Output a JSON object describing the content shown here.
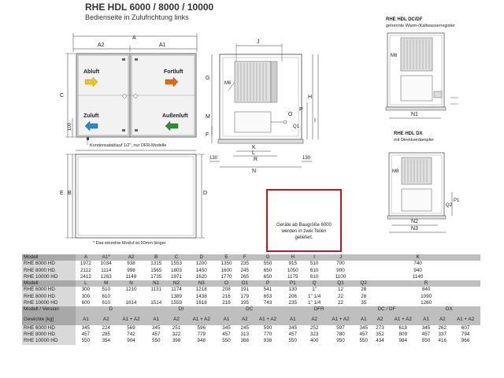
{
  "title": "RHE HDL 6000 / 8000 / 10000",
  "subtitle": "Bedienseite in Zulufrichtung links",
  "front_view": {
    "labels": {
      "A": "A",
      "A2": "A2",
      "A1": "A1",
      "C": "C",
      "E": "E",
      "B": "B",
      "D": "D",
      "dim100": "100"
    },
    "abluft": "Abluft",
    "fortluft": "Fortluft",
    "zuluft": "Zuluft",
    "aussenluft": "Außenluft",
    "condensate_note": "Kondensatablauf 1/2\", nur DFR-Modelle",
    "module_note": "* Das einzelne Modul ist 50mm länger"
  },
  "side_view": {
    "labels": {
      "J": "J",
      "G": "G",
      "M6": "M6",
      "H": "H",
      "M": "M",
      "F": "F",
      "K": "K",
      "L": "L",
      "R": "R",
      "N": "N",
      "P": "P",
      "O": "O",
      "Q1": "Q1",
      "dim130": "130"
    }
  },
  "right_panels": {
    "dc_df_title": "RHE HDL DC/DF",
    "dc_df_sub": "getrennte Warm-/Kaltwasserregister",
    "dx_title": "RHE HDL DX",
    "dx_sub": "mit Direktverdampfer",
    "labels": {
      "M8": "M8",
      "N1": "N1",
      "N2": "N2",
      "N3": "N3",
      "Q2": "Q2",
      "P1": "P1",
      "I": "I"
    }
  },
  "warning": {
    "text_lines": [
      "Geräte ab Baugröße 6000",
      "werden in zwei Teilen",
      "geliefert."
    ]
  },
  "table": {
    "block1": {
      "header": [
        "Modell",
        "A",
        "A1*",
        "A2",
        "B",
        "C",
        "D",
        "E",
        "F",
        "G",
        "H",
        "I",
        "J",
        "K"
      ],
      "rows": [
        [
          "RHE 6000 HD",
          "1972",
          "1034",
          "938",
          "1315",
          "1553",
          "1200",
          "1350",
          "235",
          "550",
          "915",
          "510",
          "700",
          "740"
        ],
        [
          "RHE 8000 HD",
          "2112",
          "1114",
          "998",
          "1565",
          "1803",
          "1450",
          "1600",
          "245",
          "650",
          "1050",
          "610",
          "900",
          "940"
        ],
        [
          "RHE 10000 HD",
          "2412",
          "1263",
          "1149",
          "1735",
          "1971",
          "1620",
          "1770",
          "265",
          "650",
          "1175",
          "610",
          "1100",
          "1140"
        ]
      ]
    },
    "block2": {
      "header": [
        "Modell",
        "L",
        "M",
        "N",
        "N1",
        "N2",
        "N3",
        "O",
        "O1",
        "P",
        "P1",
        "Q",
        "Q1",
        "Q2",
        "R"
      ],
      "rows": [
        [
          "RHE 6000 HD",
          "300",
          "510",
          "1210",
          "1131",
          "1174",
          "1218",
          "208",
          "191",
          "541",
          "130",
          "1\"",
          "12",
          "28",
          "840"
        ],
        [
          "RHE 8000 HD",
          "300",
          "610",
          "",
          "",
          "1389",
          "1438",
          "216",
          "179",
          "653",
          "206",
          "1\" 1/4",
          "22",
          "28",
          "1090"
        ],
        [
          "RHE 10000 HD",
          "600",
          "610",
          "1614",
          "1514",
          "1559",
          "1618",
          "216",
          "195",
          "743",
          "235",
          "1\" 1/4",
          "22",
          "35",
          "1260"
        ]
      ]
    },
    "block3": {
      "group_header": [
        "Modell / Version",
        "D",
        "DI",
        "DC",
        "DFR",
        "DC / DF",
        "DX"
      ],
      "sub_header": [
        "Gewichte [kg]",
        "A1",
        "A2",
        "A1 + A2",
        "A1",
        "A2",
        "A1 + A2",
        "A1",
        "A2",
        "A1 + A2",
        "A1",
        "A2",
        "A1 + A2",
        "A1",
        "A2",
        "A1 + A2",
        "A1",
        "A2",
        "A1 + A2"
      ],
      "rows": [
        [
          "RHE 6000 HD",
          "345",
          "224",
          "569",
          "345",
          "251",
          "596",
          "345",
          "245",
          "590",
          "345",
          "252",
          "597",
          "345",
          "273",
          "618",
          "345",
          "262",
          "607"
        ],
        [
          "RHE 8000 HD",
          "457",
          "285",
          "742",
          "457",
          "322",
          "779",
          "457",
          "313",
          "770",
          "457",
          "323",
          "780",
          "457",
          "352",
          "809",
          "457",
          "337",
          "794"
        ],
        [
          "RHE 10000 HD",
          "550",
          "354",
          "904",
          "550",
          "398",
          "948",
          "550",
          "388",
          "938",
          "550",
          "400",
          "950",
          "550",
          "434",
          "984",
          "550",
          "416",
          "966"
        ]
      ]
    }
  }
}
